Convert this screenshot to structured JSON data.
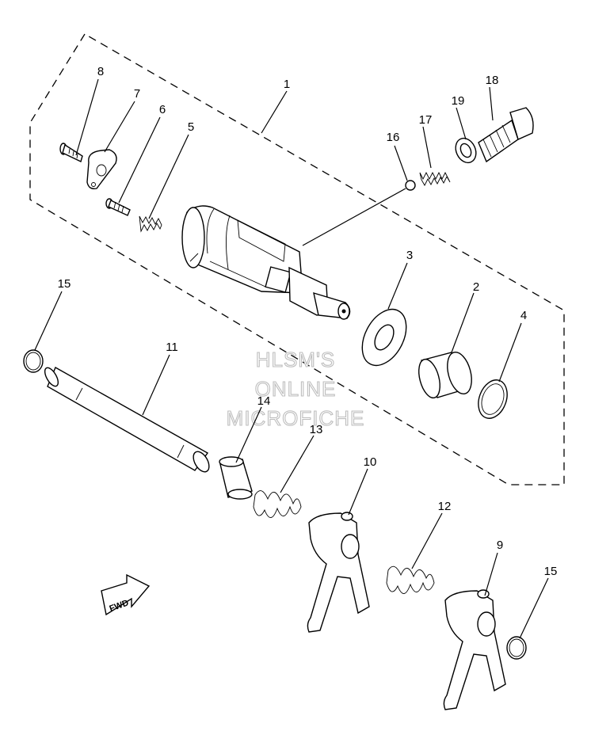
{
  "callouts": {
    "c1": "1",
    "c2": "2",
    "c3": "3",
    "c4": "4",
    "c5": "5",
    "c6": "6",
    "c7": "7",
    "c8": "8",
    "c9": "9",
    "c10": "10",
    "c11": "11",
    "c12": "12",
    "c13": "13",
    "c14": "14",
    "c15a": "15",
    "c15b": "15",
    "c16": "16",
    "c17": "17",
    "c18": "18",
    "c19": "19"
  },
  "watermark": {
    "line1": "HLSM'S",
    "line2": "ONLINE",
    "line3": "MICROFICHE"
  },
  "fwd_label": "FWD",
  "colors": {
    "line": "#000000",
    "watermark_outline": "#bdbdbd",
    "background": "#ffffff"
  }
}
